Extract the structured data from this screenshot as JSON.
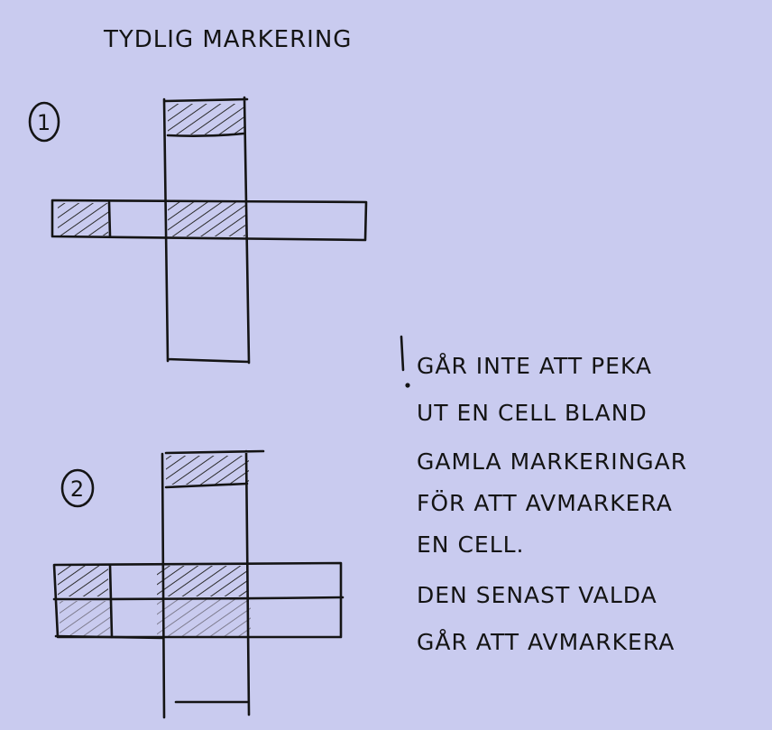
{
  "title": "TYDLIG MARKERING",
  "step_1_label": "1",
  "step_2_label": "2",
  "warning_mark": "!",
  "note_lines": [
    "GÅR INTE ATT PEKA",
    "UT EN CELL BLAND",
    "GAMLA MARKERINGAR",
    "FÖR ATT AVMARKERA",
    "EN CELL.",
    "DEN SENAST VALDA",
    "GÅR ATT AVMARKERA"
  ],
  "colors": {
    "paper": "#c9cbef",
    "ink": "#141414"
  }
}
